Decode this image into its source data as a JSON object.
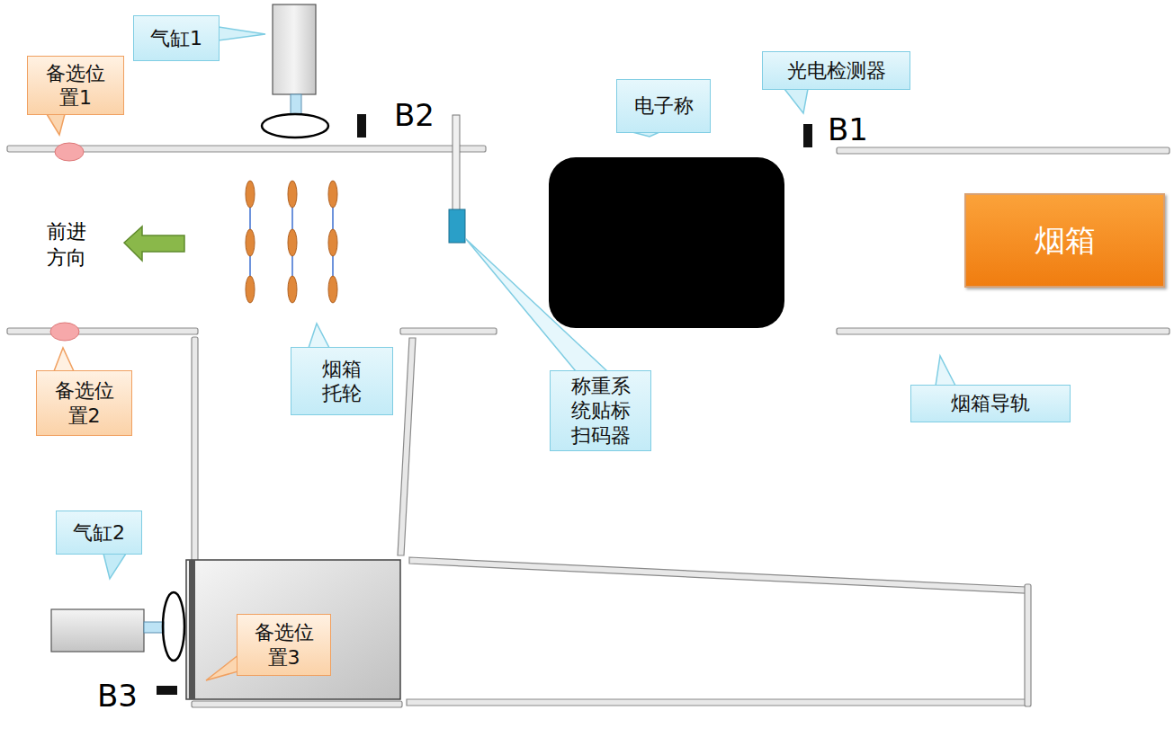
{
  "diagram": {
    "nodes": [
      {
        "text": [
          "气缸1"
        ]
      },
      {
        "text": [
          "备选位 置1"
        ]
      },
      {
        "text": [
          "光电检测器"
        ]
      },
      {
        "text": [
          "电子称"
        ]
      },
      {
        "text": [
          "烟箱"
        ]
      },
      {
        "text": [
          "烟箱 托轮"
        ]
      },
      {
        "text": [
          "称重系 统贴标 扫码器"
        ]
      },
      {
        "text": [
          "烟箱导轨"
        ]
      },
      {
        "text": [
          "备选位 置2"
        ]
      },
      {
        "text": [
          "气缸2"
        ]
      },
      {
        "text": [
          "备选位 置3"
        ]
      }
    ],
    "labels": [
      "B2",
      "B1",
      "B3",
      "前进 方向"
    ]
  }
}
